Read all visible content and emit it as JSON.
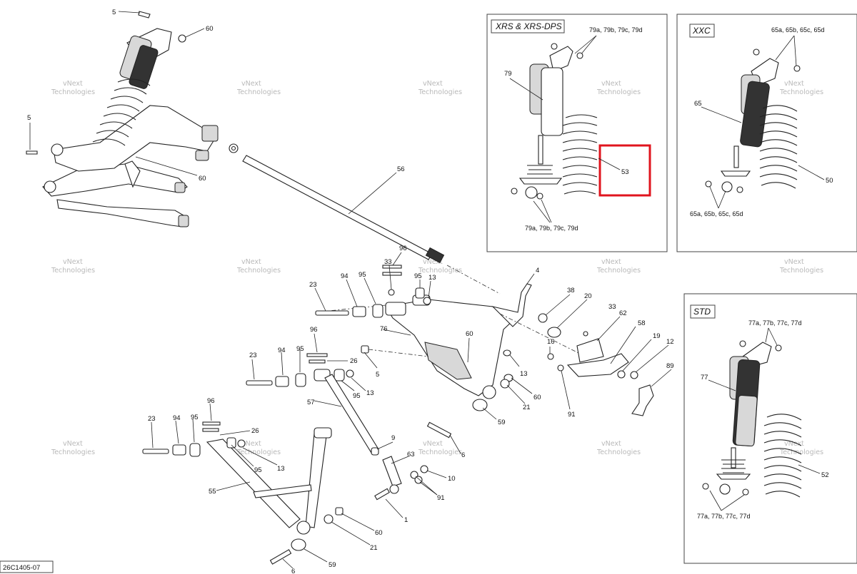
{
  "diagram_code": "26C1405-07",
  "watermark": {
    "line1": "vNext",
    "line2": "Technologies"
  },
  "panels": {
    "xrs": {
      "title": "XRS & XRS-DPS",
      "top_ref": "79a, 79b, 79c, 79d",
      "bottom_ref": "79a, 79b, 79c, 79d",
      "shock": "79",
      "spring": "53"
    },
    "xxc": {
      "title": "XXC",
      "top_ref": "65a, 65b, 65c, 65d",
      "bottom_ref": "65a, 65b, 65c, 65d",
      "shock": "65",
      "spring": "50"
    },
    "std": {
      "title": "STD",
      "top_ref": "77a, 77b, 77c, 77d",
      "bottom_ref": "77a, 77b, 77c, 77d",
      "shock": "77",
      "spring": "52"
    }
  },
  "highlight": {
    "part": "53",
    "color": "#e0141e"
  },
  "callouts": {
    "c5a": "5",
    "c60a": "60",
    "c5b": "5",
    "c60b": "60",
    "c56": "56",
    "c96a": "96",
    "c33a": "33",
    "c4": "4",
    "c23a": "23",
    "c94a": "94",
    "c95a": "95",
    "c95b": "95",
    "c13a": "13",
    "c38": "38",
    "c20": "20",
    "c33b": "33",
    "c62": "62",
    "c76": "76",
    "c60c": "60",
    "c16": "16",
    "c58": "58",
    "c19": "19",
    "c12": "12",
    "c96b": "96",
    "c23b": "23",
    "c94b": "94",
    "c95c": "95",
    "c26a": "26",
    "c5c": "5",
    "c13b": "13",
    "c95d": "95",
    "c13c": "13",
    "c89": "89",
    "c60d": "60",
    "c21a": "21",
    "c91a": "91",
    "c57": "57",
    "c59a": "59",
    "c96c": "96",
    "c23c": "23",
    "c94c": "94",
    "c95e": "95",
    "c26b": "26",
    "c9": "9",
    "c6a": "6",
    "c95f": "95",
    "c13d": "13",
    "c63": "63",
    "c10": "10",
    "c91b": "91",
    "c55": "55",
    "c1": "1",
    "c60e": "60",
    "c21b": "21",
    "c59b": "59",
    "c6b": "6"
  }
}
